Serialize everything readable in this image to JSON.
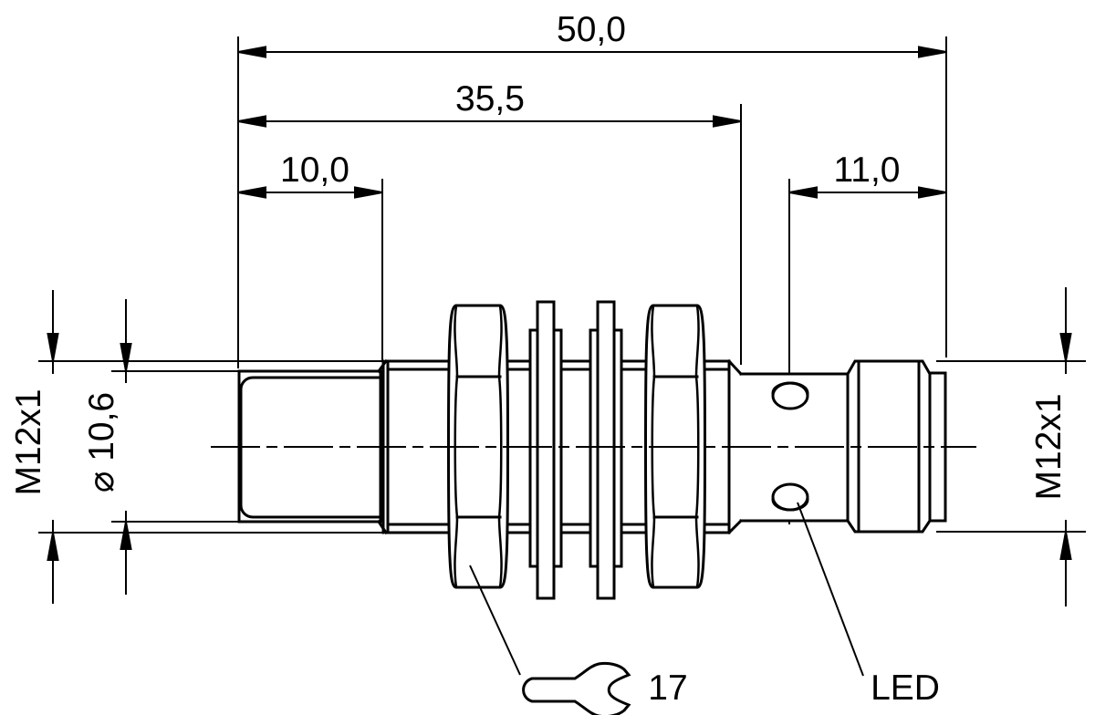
{
  "drawing": {
    "type": "technical-dimension-drawing",
    "subject": "M12 threaded barrel proximity sensor, side view",
    "colors": {
      "line": "#000000",
      "background": "#ffffff"
    },
    "dimensions": {
      "overall_length": "50,0",
      "thread_length": "35,5",
      "tip_length": "10,0",
      "connector_length": "11,0",
      "thread_left": "M12x1",
      "tip_diameter": "⌀ 10,6",
      "thread_right": "M12x1",
      "wrench_size": "17",
      "led_label": "LED"
    }
  }
}
